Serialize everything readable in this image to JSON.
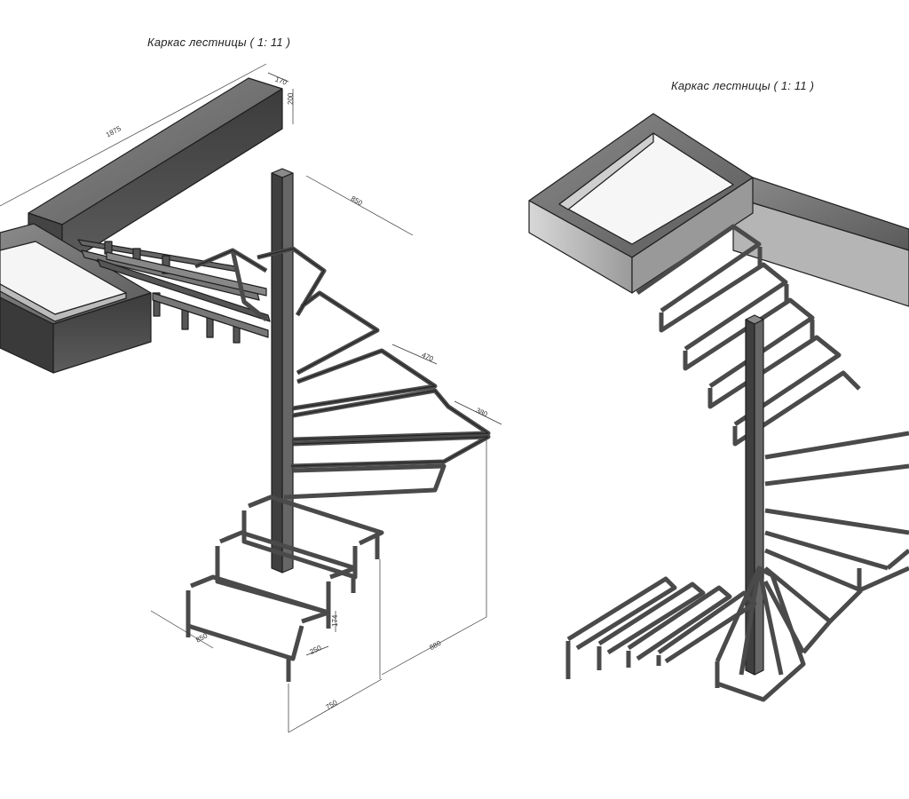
{
  "captions": {
    "left": "Каркас лестницы ( 1: 11 )",
    "right": "Каркас лестницы ( 1: 11 )"
  },
  "dimensions": {
    "beam_length": "1875",
    "beam_width": "170",
    "beam_height": "200",
    "upper_flight_width": "850",
    "winder_outer_1": "470",
    "winder_outer_2": "380",
    "lower_flight_width": "850",
    "step_depth": "250",
    "step_rise": "174",
    "total_height": "880",
    "base_length": "750"
  },
  "colors": {
    "steel_dark": "#4a4a4a",
    "steel_mid": "#6e6e6e",
    "steel_light": "#a9a9a9",
    "line": "#1e1e1e"
  }
}
